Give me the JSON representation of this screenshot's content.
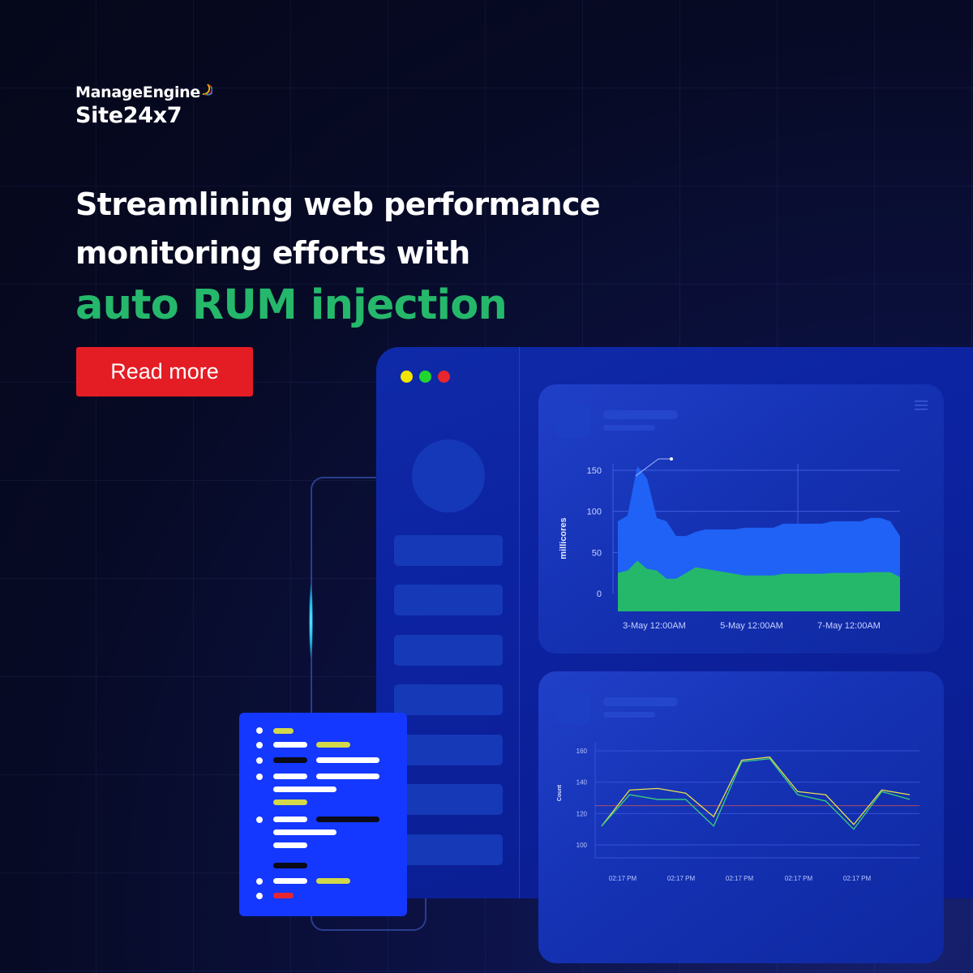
{
  "brand": {
    "company": "ManageEngine",
    "product": "Site24x7"
  },
  "headline": {
    "line1": "Streamlining web performance",
    "line2": "monitoring efforts with",
    "accent": "auto RUM injection"
  },
  "cta": {
    "label": "Read more"
  },
  "colors": {
    "accent_green": "#25b86b",
    "cta_red": "#e41d25",
    "window_blue": "#0f2aa8",
    "code_card_blue": "#1438ff",
    "dot_yellow": "#f2e600",
    "dot_green": "#22d630",
    "dot_red": "#e8262f"
  },
  "window": {
    "traffic_lights": [
      "yellow",
      "green",
      "red"
    ],
    "menu_icon": "hamburger-menu-icon"
  },
  "chart_data": [
    {
      "type": "area",
      "ylabel": "millicores",
      "yticks": [
        0,
        50,
        100,
        150
      ],
      "xtick_labels": [
        "3-May 12:00AM",
        "5-May 12:00AM",
        "7-May 12:00AM"
      ],
      "ylim": [
        0,
        150
      ],
      "series": [
        {
          "values": [
            88,
            95,
            155,
            140,
            92,
            88,
            70,
            70,
            75,
            78,
            78,
            78,
            78,
            80,
            80,
            80,
            80,
            85,
            85,
            85,
            85,
            85,
            88,
            88,
            88,
            88,
            92,
            92,
            88,
            70
          ]
        },
        {
          "values": [
            25,
            28,
            40,
            30,
            28,
            18,
            18,
            25,
            32,
            30,
            28,
            26,
            24,
            22,
            22,
            22,
            22,
            24,
            24,
            24,
            24,
            24,
            25,
            25,
            25,
            25,
            26,
            26,
            26,
            20
          ]
        }
      ]
    },
    {
      "type": "line",
      "ylabel": "Count",
      "yticks": [
        100,
        120,
        140,
        160
      ],
      "xtick_labels": [
        "02:17 PM",
        "02:17 PM",
        "02:17 PM",
        "02:17 PM",
        "02:17 PM"
      ],
      "ylim": [
        95,
        165
      ],
      "series": [
        {
          "values": [
            112,
            135,
            136,
            133,
            118,
            154,
            156,
            134,
            132,
            113,
            135,
            132
          ]
        },
        {
          "values": [
            112,
            132,
            129,
            129,
            112,
            153,
            155,
            132,
            128,
            110,
            134,
            129
          ]
        }
      ]
    }
  ]
}
